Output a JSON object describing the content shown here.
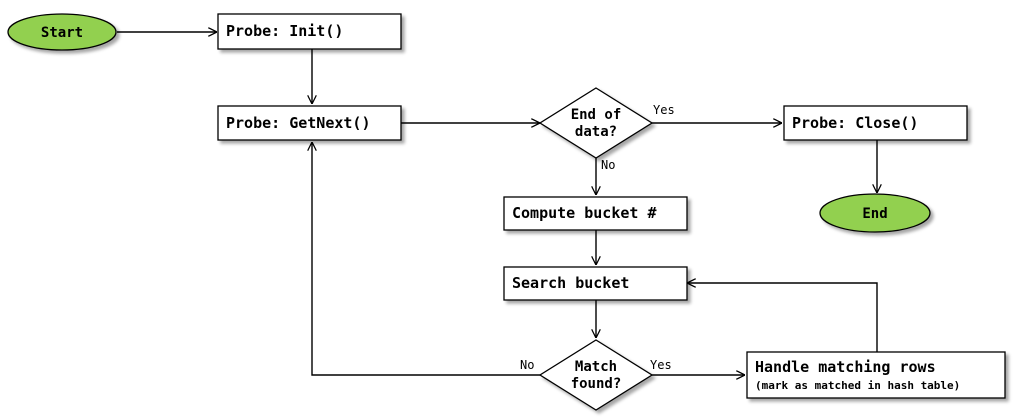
{
  "diagram": {
    "start": {
      "label": "Start"
    },
    "end": {
      "label": "End"
    },
    "init": {
      "label": "Probe: Init()"
    },
    "getnext": {
      "label": "Probe: GetNext()"
    },
    "close": {
      "label": "Probe: Close()"
    },
    "end_of_data": {
      "line1": "End of",
      "line2": "data?"
    },
    "compute": {
      "label": "Compute bucket #"
    },
    "search": {
      "label": "Search bucket"
    },
    "match": {
      "line1": "Match",
      "line2": "found?"
    },
    "handle": {
      "label": "Handle matching rows",
      "sublabel": "(mark as matched in hash table)"
    },
    "edge_labels": {
      "yes_end": "Yes",
      "no_end": "No",
      "yes_match": "Yes",
      "no_match": "No"
    },
    "colors": {
      "terminal_fill": "#92d050",
      "stroke": "#000000",
      "box_fill": "#ffffff"
    }
  }
}
